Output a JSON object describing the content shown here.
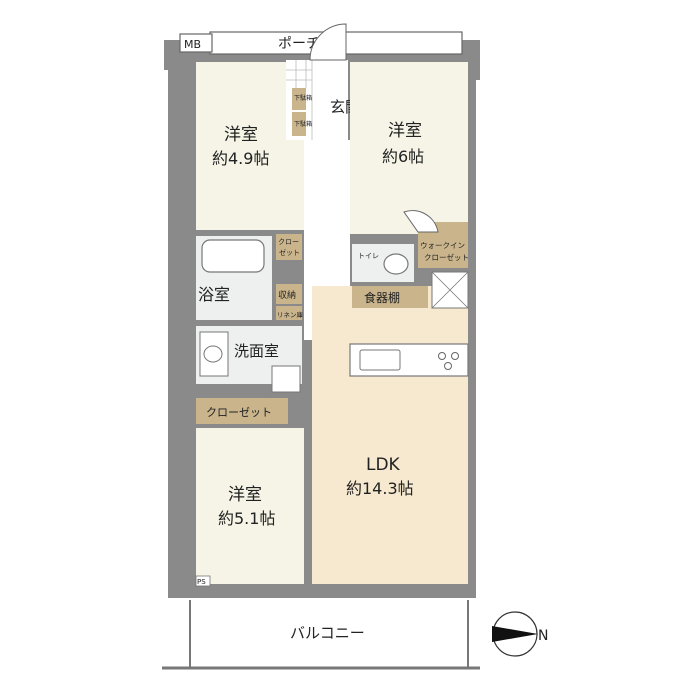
{
  "floorplan": {
    "porch": "ポーチ",
    "mb": "MB",
    "genkan": "玄関",
    "shoe1": "下駄箱",
    "shoe2": "下駄箱",
    "room_nw": {
      "name": "洋室",
      "size": "約4.9帖"
    },
    "room_ne": {
      "name": "洋室",
      "size": "約6帖"
    },
    "room_sw": {
      "name": "洋室",
      "size": "約5.1帖"
    },
    "ldk": {
      "name": "LDK",
      "size": "約14.3帖"
    },
    "walkin": {
      "line1": "ウォークイン",
      "line2": "クローゼット"
    },
    "closet_small": {
      "line1": "クロー",
      "line2": "ゼット"
    },
    "toilet": "トイレ",
    "bath": "浴室",
    "storage": "収納",
    "linen": "リネン庫",
    "washroom": "洗面室",
    "closet": "クローゼット",
    "cupboard": "食器棚",
    "balcony": "バルコニー",
    "ps": "PS",
    "compass": "N"
  },
  "colors": {
    "wall": "#8a8a8a",
    "room": "#f5f4e6",
    "ldk": "#f6e9cf",
    "wet": "#eef0ef",
    "storage": "#c9b48c",
    "tile": "#ffffff"
  }
}
